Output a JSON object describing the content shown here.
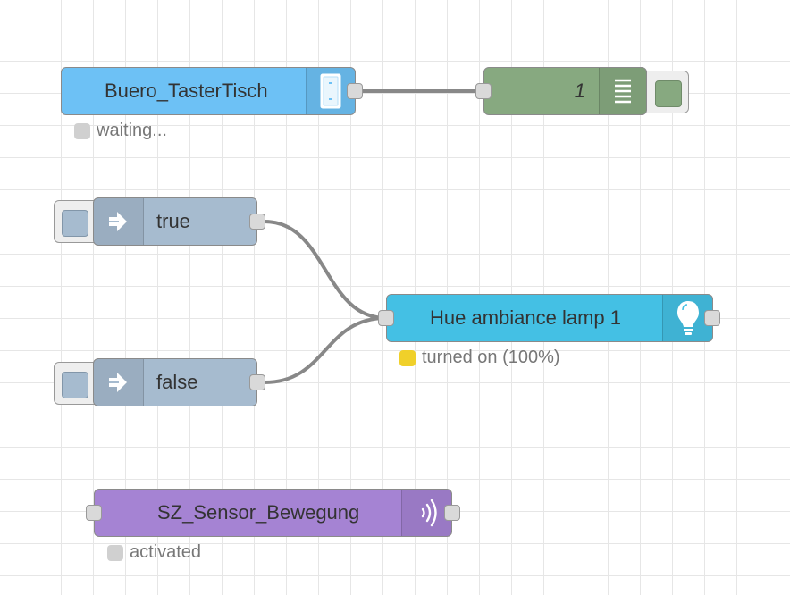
{
  "colors": {
    "deconz_input": "#6dc1f5",
    "debug": "#87a980",
    "inject": "#a6bbcf",
    "hue_light": "#44c0e4",
    "hue_sensor": "#a583d3",
    "wire": "#888888",
    "status_grey": "#d0d0d0",
    "status_yellow": "#f0d02a"
  },
  "nodes": {
    "buero": {
      "label": "Buero_TasterTisch",
      "icon": "switch-remote-icon",
      "status": "waiting..."
    },
    "debug": {
      "label": "1",
      "icon": "debug-list-icon"
    },
    "inject_true": {
      "label": "true",
      "icon": "arrow-in-icon"
    },
    "inject_false": {
      "label": "false",
      "icon": "arrow-in-icon"
    },
    "hue_lamp": {
      "label": "Hue ambiance lamp 1",
      "icon": "bulb-icon",
      "status": "turned on (100%)"
    },
    "sensor": {
      "label": "SZ_Sensor_Bewegung",
      "icon": "motion-waves-icon",
      "status": "activated"
    }
  }
}
